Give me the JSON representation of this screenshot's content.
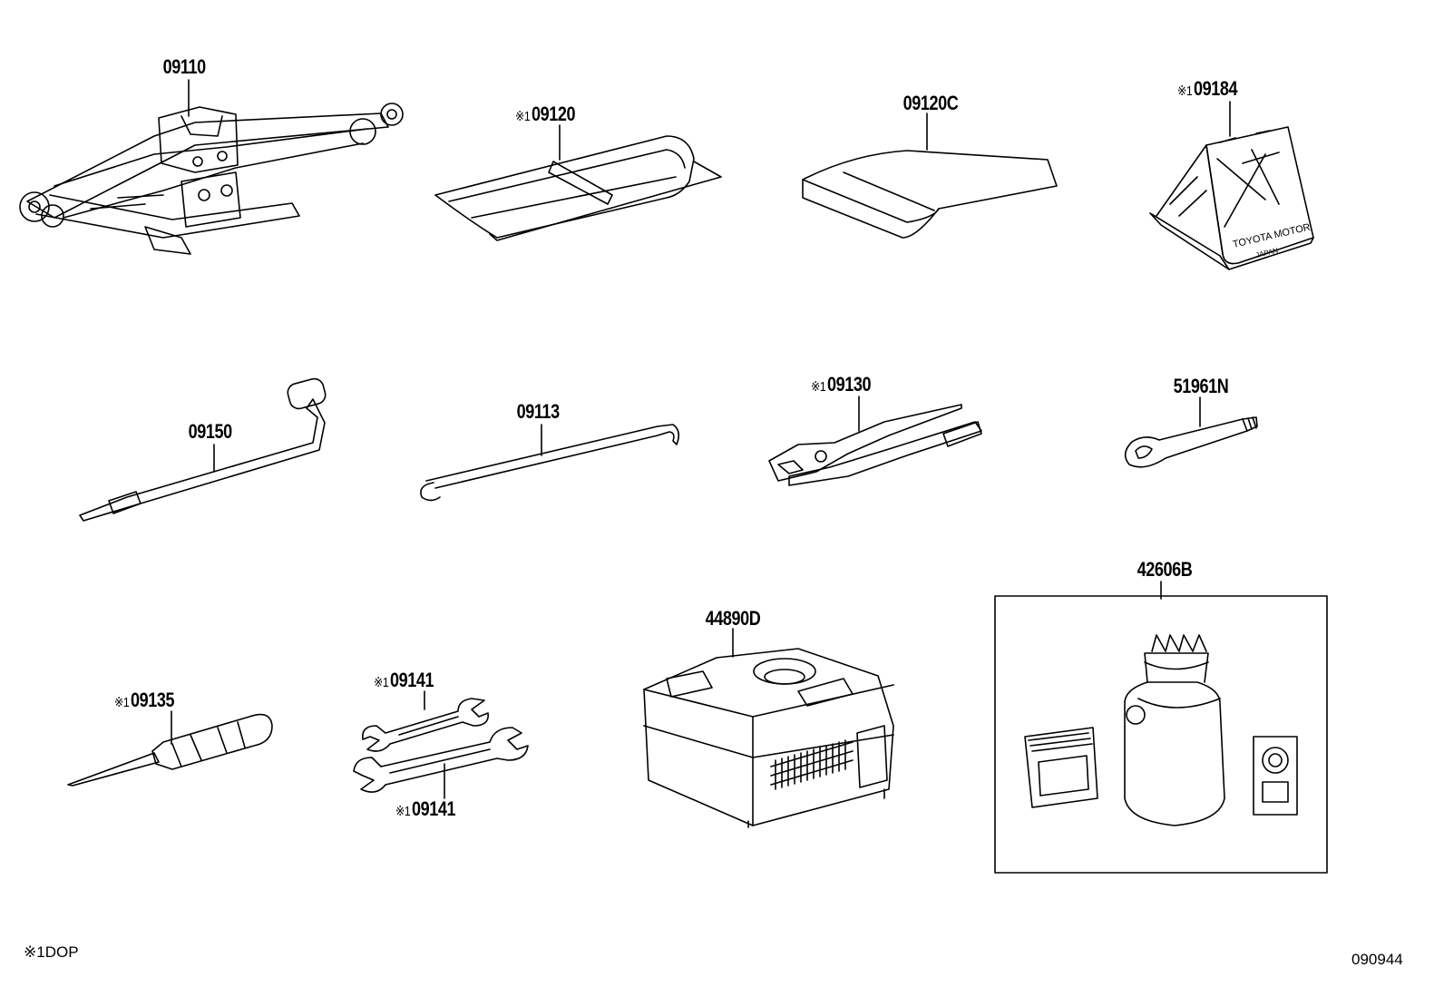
{
  "figure_code": "090944",
  "footnote": {
    "mark": "※1",
    "text": "DOP"
  },
  "parts": {
    "p09110": {
      "mark": "",
      "number": "09110"
    },
    "p09120": {
      "mark": "※1",
      "number": "09120"
    },
    "p09120c": {
      "mark": "",
      "number": "09120C"
    },
    "p09184": {
      "mark": "※1",
      "number": "09184"
    },
    "p09150": {
      "mark": "",
      "number": "09150"
    },
    "p09113": {
      "mark": "",
      "number": "09113"
    },
    "p09130": {
      "mark": "※1",
      "number": "09130"
    },
    "p51961n": {
      "mark": "",
      "number": "51961N"
    },
    "p09135": {
      "mark": "※1",
      "number": "09135"
    },
    "p09141a": {
      "mark": "※1",
      "number": "09141"
    },
    "p09141b": {
      "mark": "※1",
      "number": "09141"
    },
    "p44890d": {
      "mark": "",
      "number": "44890D"
    },
    "p42606b": {
      "mark": "",
      "number": "42606B"
    }
  },
  "wedge_text": {
    "line1": "TOYOTA MOTOR",
    "line2": "JAPAN"
  }
}
